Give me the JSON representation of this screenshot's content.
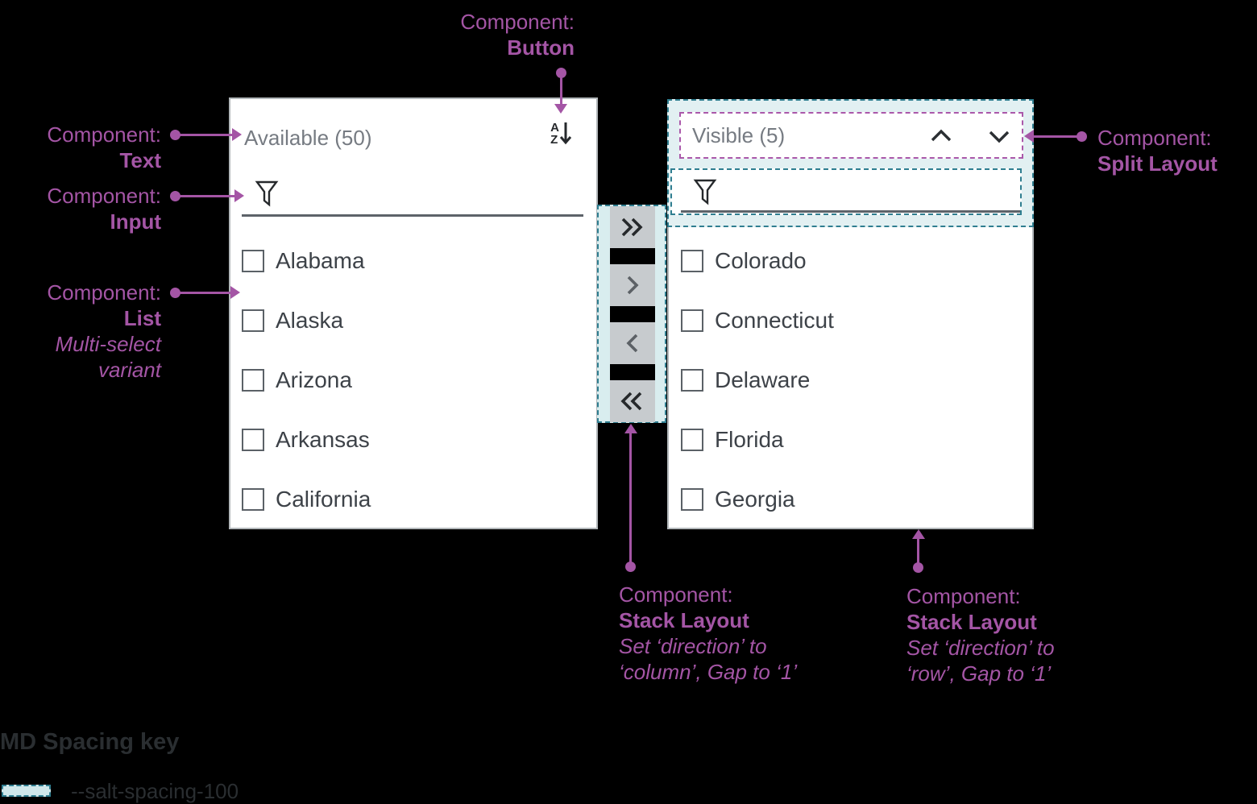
{
  "annotations": {
    "button": {
      "prefix": "Component:",
      "name": "Button"
    },
    "text": {
      "prefix": "Component:",
      "name": "Text"
    },
    "input": {
      "prefix": "Component:",
      "name": "Input"
    },
    "list": {
      "prefix": "Component:",
      "name": "List",
      "variant_line1": "Multi-select",
      "variant_line2": "variant"
    },
    "split_layout": {
      "prefix": "Component:",
      "name": "Split Layout"
    },
    "stack_layout_column": {
      "prefix": "Component:",
      "name": "Stack Layout",
      "detail_line1": "Set ‘direction’ to",
      "detail_line2": "‘column’, Gap to ‘1’"
    },
    "stack_layout_row": {
      "prefix": "Component:",
      "name": "Stack Layout",
      "detail_line1": "Set ‘direction’ to",
      "detail_line2": "‘row’, Gap to ‘1’"
    }
  },
  "available_list": {
    "title": "Available (50)",
    "sort_letter_top": "A",
    "sort_letter_bottom": "Z",
    "items": [
      "Alabama",
      "Alaska",
      "Arizona",
      "Arkansas",
      "California"
    ]
  },
  "visible_list": {
    "title": "Visible (5)",
    "items": [
      "Colorado",
      "Connecticut",
      "Delaware",
      "Florida",
      "Georgia"
    ]
  },
  "transfer_buttons": [
    {
      "icon": "double-chevron-right"
    },
    {
      "icon": "chevron-right"
    },
    {
      "icon": "chevron-left"
    },
    {
      "icon": "double-chevron-left"
    }
  ],
  "spacing_key": {
    "heading": "MD Spacing key",
    "token": "--salt-spacing-100"
  },
  "colors": {
    "annotation_purple": "#a455a5",
    "spacing_teal_border": "#2f7e90",
    "spacing_teal_fill": "#d9edef",
    "panel_border": "#b2b7ba",
    "header_text": "#767b82",
    "list_text": "#3d4248",
    "button_gray": "#c7cbce",
    "background": "#000000"
  }
}
